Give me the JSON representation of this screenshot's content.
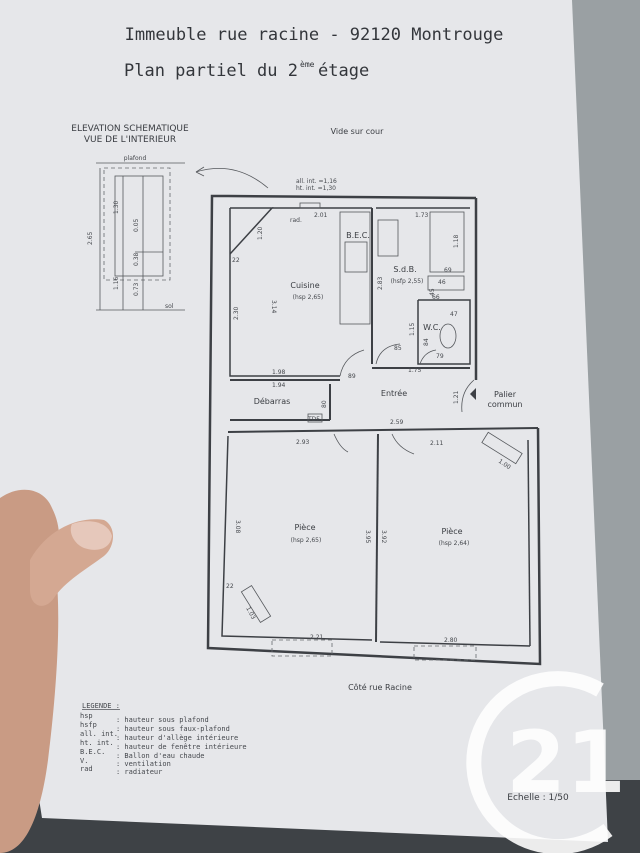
{
  "header": {
    "title_line1": "Immeuble rue racine - 92120 Montrouge",
    "title_line2_prefix": "Plan partiel du 2",
    "title_line2_sup": "ème",
    "title_line2_suffix": " étage"
  },
  "elevation": {
    "title_line1": "ELEVATION SCHEMATIQUE",
    "title_line2": "VUE DE L'INTERIEUR",
    "plafond": "plafond",
    "sol": "sol",
    "dims": [
      "2.65",
      "1.30",
      "0.05",
      "0.38",
      "0.73",
      "1.16"
    ]
  },
  "labels": {
    "top_side": "Vide sur cour",
    "bottom_side": "Côté rue Racine",
    "palier_line1": "Palier",
    "palier_line2": "commun",
    "all_int": "all. int. =1,16",
    "ht_int": "ht. int. =1,30",
    "rad": "rad.",
    "scale": "Echelle : 1/50",
    "tdf": "TDF"
  },
  "rooms": {
    "cuisine": {
      "name": "Cuisine",
      "hsp": "(hsp 2,65)"
    },
    "sdb": {
      "name": "S.d.B.",
      "hsp": "(hsfp 2,55)"
    },
    "bec": {
      "name": "B.E.C."
    },
    "wc": {
      "name": "W.C."
    },
    "debarras": {
      "name": "Débarras"
    },
    "entree": {
      "name": "Entrée"
    },
    "piece1": {
      "name": "Pièce",
      "hsp": "(hsp 2,65)"
    },
    "piece2": {
      "name": "Pièce",
      "hsp": "(hsp 2,64)"
    }
  },
  "dimensions": {
    "d201": "2.01",
    "d173": "1.73",
    "d120": "1.20",
    "d22a": "22",
    "d314": "3.14",
    "d230": "2.30",
    "d283": "2.83",
    "d118": "1.18",
    "d69": "69",
    "d46": "46",
    "d45": "45",
    "d66": "66",
    "d47": "47",
    "d84": "84",
    "d115": "1.15",
    "d85": "85",
    "d79": "79",
    "d198": "1.98",
    "d175": "1.75",
    "d194": "1.94",
    "d89": "89",
    "d80": "80",
    "d121": "1.21",
    "d293": "2.93",
    "d259": "2.59",
    "d211": "2.11",
    "d100": "1.00",
    "d308": "3.08",
    "d395": "3.95",
    "d392": "3.92",
    "d22b": "22",
    "d103": "1.03",
    "d221": "2.21",
    "d280": "2.80"
  },
  "legend": {
    "title": "LEGENDE :",
    "items": [
      {
        "abbr": "hsp",
        "desc": ": hauteur sous plafond"
      },
      {
        "abbr": "hsfp",
        "desc": ": hauteur sous faux-plafond"
      },
      {
        "abbr": "all. int.",
        "desc": ": hauteur d'allège intérieure"
      },
      {
        "abbr": "ht. int.",
        "desc": ": hauteur de fenêtre intérieure"
      },
      {
        "abbr": "B.E.C.",
        "desc": ": Ballon d'eau chaude"
      },
      {
        "abbr": "V.",
        "desc": ": ventilation"
      },
      {
        "abbr": "rad",
        "desc": ": radiateur"
      }
    ]
  },
  "logo": {
    "text": "21"
  }
}
